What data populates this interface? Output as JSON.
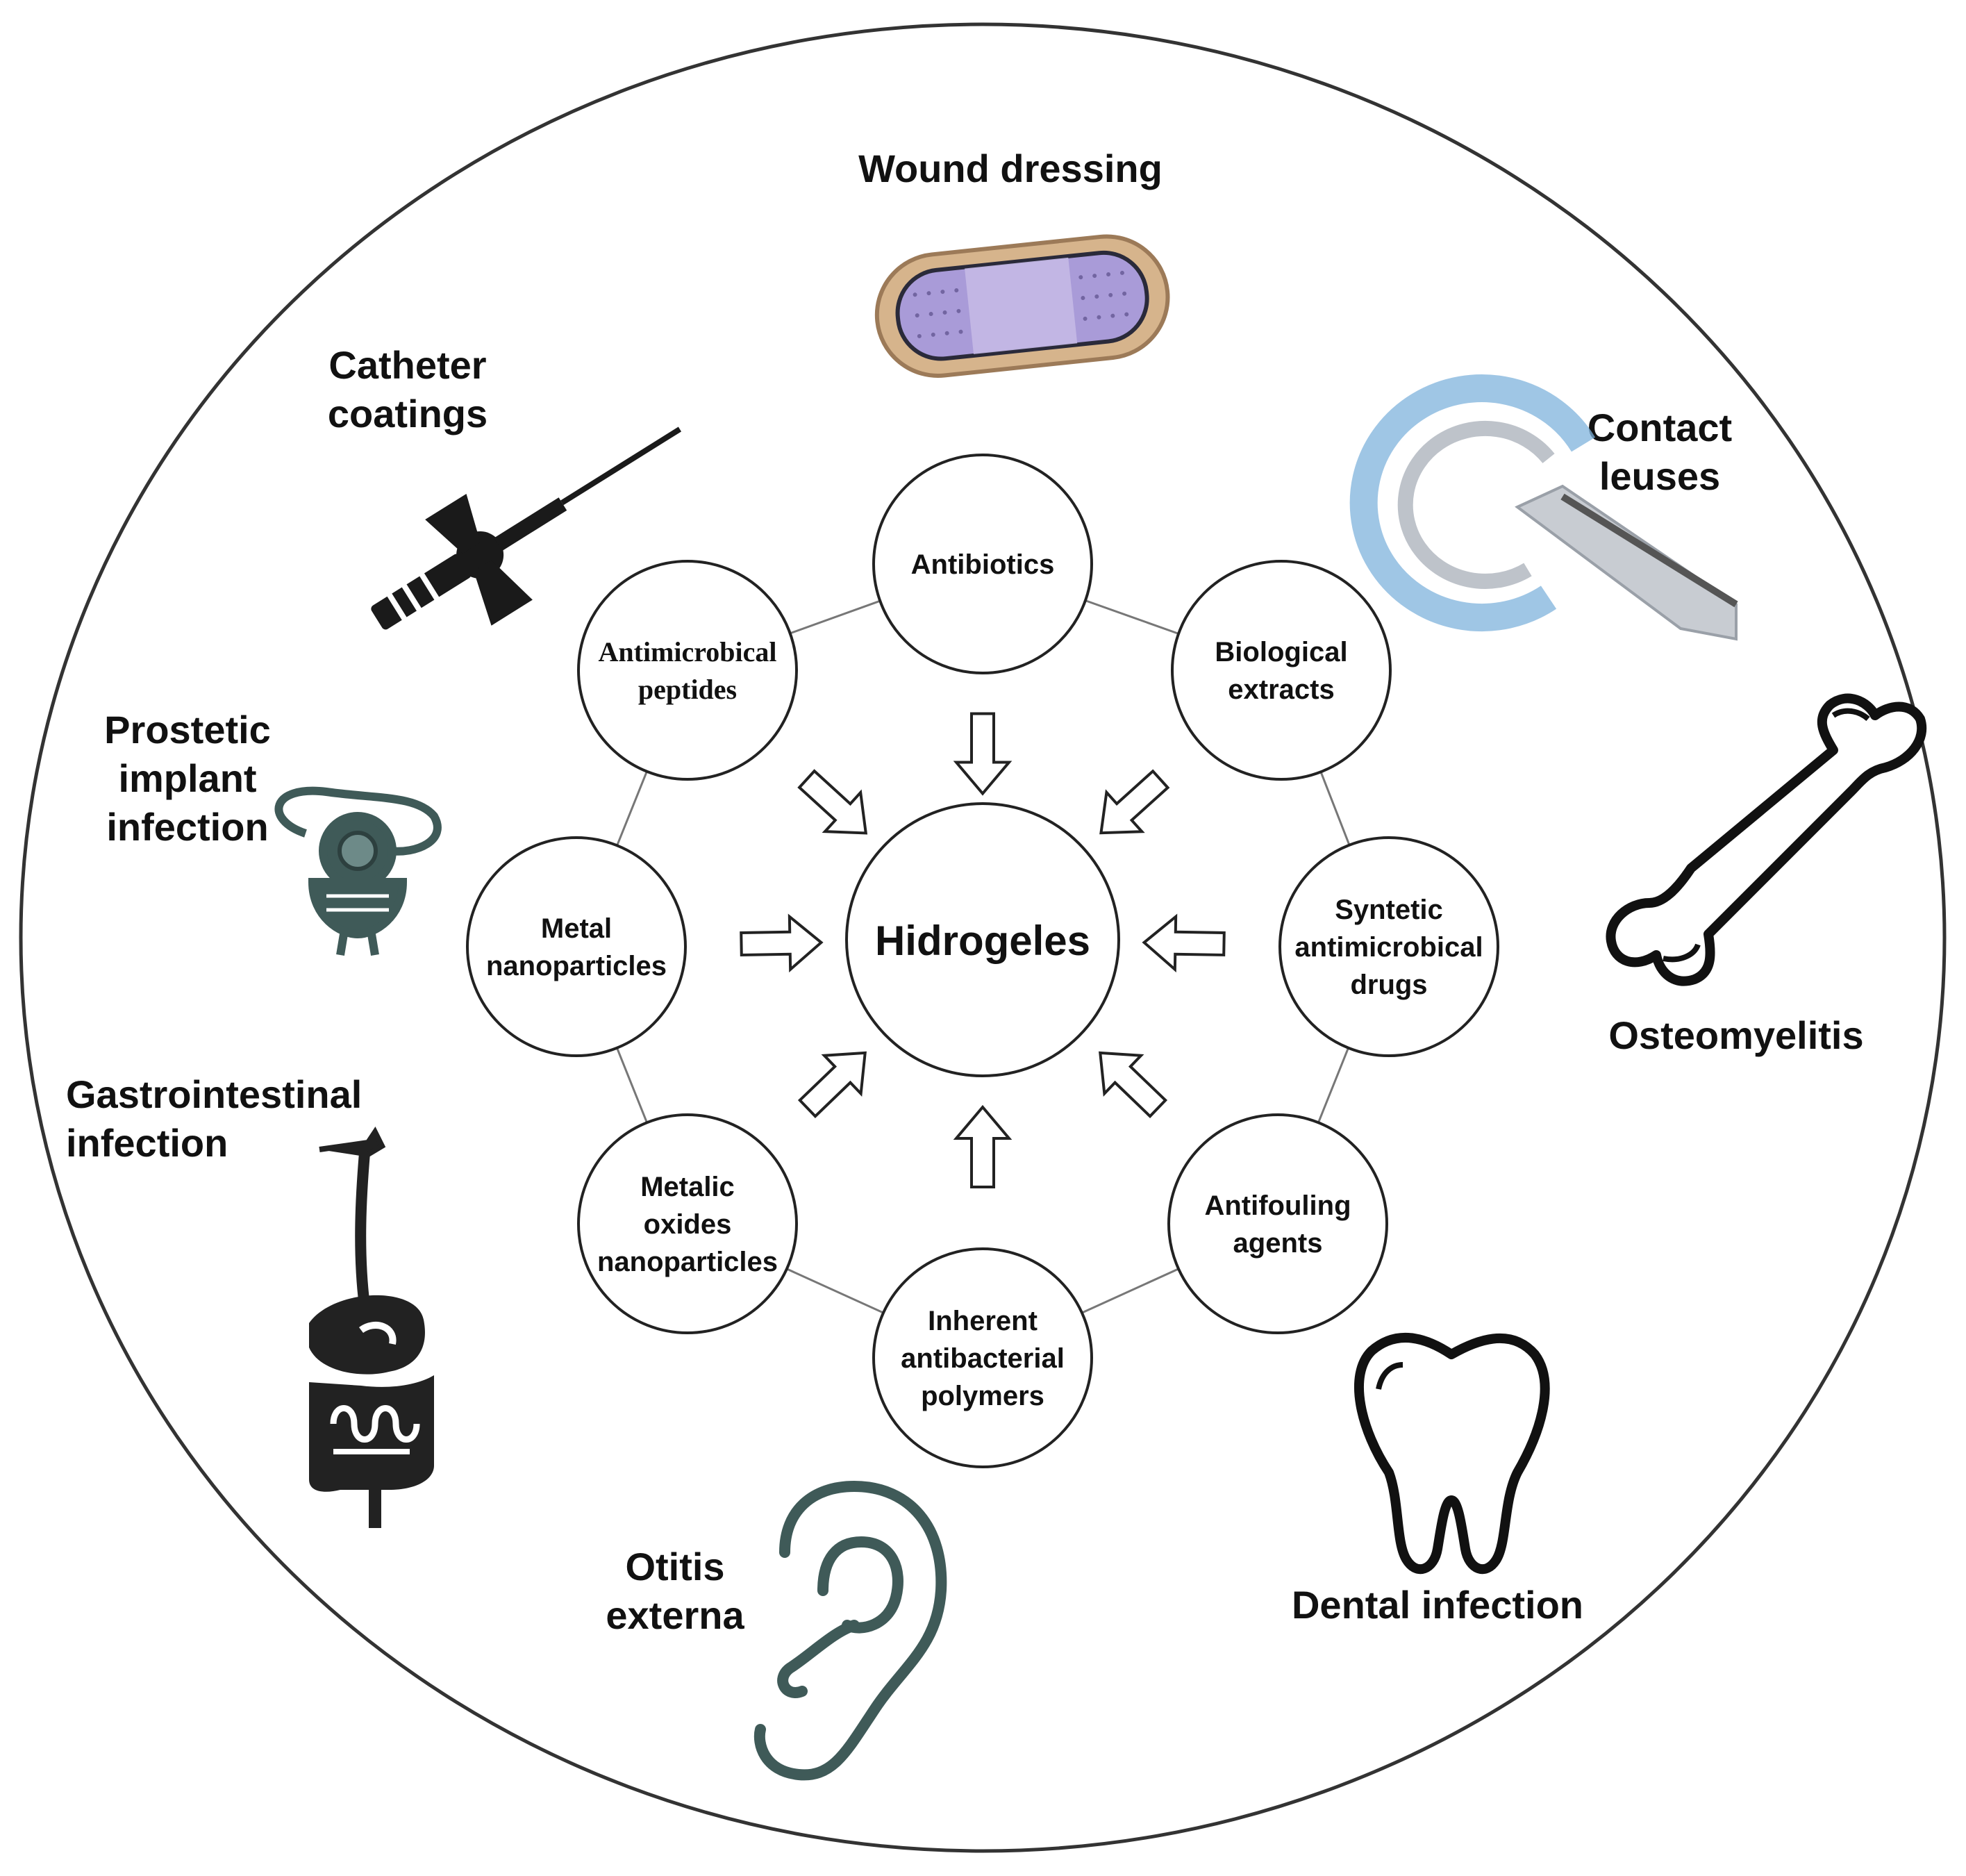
{
  "center": {
    "label": "Hidrogeles"
  },
  "agents": [
    {
      "id": "antibiotics",
      "lines": [
        "Antibiotics"
      ]
    },
    {
      "id": "biological-extracts",
      "lines": [
        "Biological",
        "extracts"
      ]
    },
    {
      "id": "syntetic-antimicrobical-drugs",
      "lines": [
        "Syntetic",
        "antimicrobical",
        "drugs"
      ]
    },
    {
      "id": "antifouling-agents",
      "lines": [
        "Antifouling",
        "agents"
      ]
    },
    {
      "id": "inherent-antibacterial-polymers",
      "lines": [
        "Inherent",
        "antibacterial",
        "polymers"
      ]
    },
    {
      "id": "metalic-oxides-nanoparticles",
      "lines": [
        "Metalic",
        "oxides",
        "nanoparticles"
      ]
    },
    {
      "id": "metal-nanoparticles",
      "lines": [
        "Metal",
        "nanoparticles"
      ]
    },
    {
      "id": "antimicrobical-peptides",
      "lines": [
        "Antimicrobical",
        "peptides"
      ]
    }
  ],
  "applications": [
    {
      "id": "wound-dressing",
      "lines": [
        "Wound dressing"
      ]
    },
    {
      "id": "catheter-coatings",
      "lines": [
        "Catheter",
        "coatings"
      ]
    },
    {
      "id": "contact-leuses",
      "lines": [
        "Contact",
        "leuses"
      ]
    },
    {
      "id": "prostetic-implant-infection",
      "lines": [
        "Prostetic",
        "implant",
        "infection"
      ]
    },
    {
      "id": "osteomyelitis",
      "lines": [
        "Osteomyelitis"
      ]
    },
    {
      "id": "gastrointestinal-infection",
      "lines": [
        "Gastrointestinal",
        "infection"
      ]
    },
    {
      "id": "otitis-externa",
      "lines": [
        "Otitis",
        "externa"
      ]
    },
    {
      "id": "dental-infection",
      "lines": [
        "Dental infection"
      ]
    }
  ],
  "icons": [
    {
      "name": "bandage-icon",
      "colors": [
        "#c9a27a",
        "#a99bd8"
      ]
    },
    {
      "name": "catheter-icon",
      "colors": [
        "#1a1a1a"
      ]
    },
    {
      "name": "contact-lens-icon",
      "colors": [
        "#7fb3dc",
        "#c8ccd2"
      ]
    },
    {
      "name": "prostate-implant-icon",
      "colors": [
        "#3f5a58"
      ]
    },
    {
      "name": "bone-icon",
      "colors": [
        "#111111"
      ]
    },
    {
      "name": "digestive-system-icon",
      "colors": [
        "#222222"
      ]
    },
    {
      "name": "ear-icon",
      "colors": [
        "#3f5a58"
      ]
    },
    {
      "name": "tooth-icon",
      "colors": [
        "#111111"
      ]
    }
  ],
  "style": {
    "stroke": "#222222",
    "ring_stroke": "#333333",
    "line": "#777777"
  }
}
